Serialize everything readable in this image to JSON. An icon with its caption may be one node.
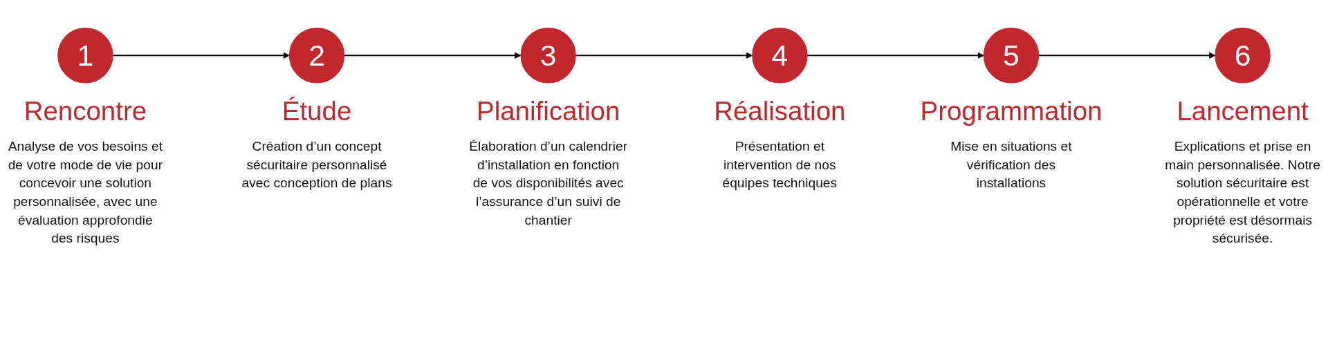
{
  "diagram": {
    "nodes": [
      {
        "text": [
          "1"
        ],
        "beside": [
          "Rencontre",
          "Analyse de vos besoins et de votre mode de vie pour concevoir une solution personnalisée, avec une évaluation approfondie des risques"
        ]
      },
      {
        "text": [
          "2"
        ],
        "beside": [
          "Étude",
          "Création d’un concept sécuritaire personnalisé avec conception de plans"
        ]
      },
      {
        "text": [
          "3"
        ],
        "beside": [
          "Planification",
          "Élaboration d’un calendrier d’installation en fonction de vos disponibilités avec l’assurance d’un suivi de chantier"
        ]
      },
      {
        "text": [
          "4"
        ],
        "beside": [
          "Réalisation",
          "Présentation et intervention de nos équipes techniques"
        ]
      },
      {
        "text": [
          "5"
        ],
        "beside": [
          "Programmation",
          "Mise en situations et vérification des installations"
        ]
      },
      {
        "text": [
          "6"
        ],
        "beside": [
          "Lancement",
          "Explications et prise en main personnalisée. Notre solution sécuritaire est opérationnelle et votre propriété est désormais sécurisée."
        ]
      }
    ],
    "edges": [
      {
        "from": 0,
        "to": 1,
        "arrow": "to"
      },
      {
        "from": 1,
        "to": 2,
        "arrow": "to"
      },
      {
        "from": 2,
        "to": 3,
        "arrow": "to"
      },
      {
        "from": 3,
        "to": 4,
        "arrow": "to"
      },
      {
        "from": 4,
        "to": 5,
        "arrow": "to"
      }
    ]
  }
}
